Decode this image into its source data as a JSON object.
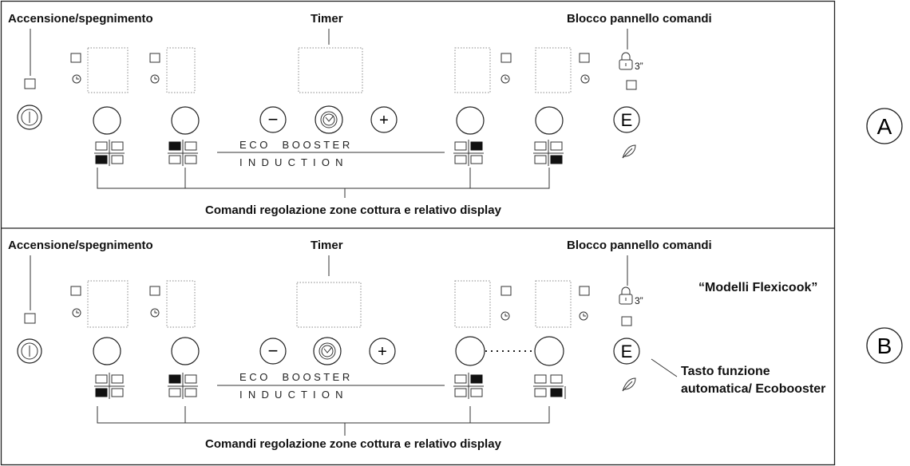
{
  "panels": [
    {
      "id": "A",
      "letter": "A",
      "label_power": "Accensione/spegnimento",
      "label_timer": "Timer",
      "label_lock": "Blocco pannello comandi",
      "lock_time": "3”",
      "label_zones": "Comandi regolazione zone cottura e relativo display",
      "eco_text": "E C O     B O O S T E R",
      "induction_text": "I  N  D  U  C  T  I  O  N",
      "e_key": "E",
      "minus": "−",
      "plus": "+",
      "zone_patterns": [
        [
          0,
          0,
          1,
          0
        ],
        [
          1,
          0,
          0,
          0
        ],
        [
          0,
          1,
          0,
          0
        ],
        [
          0,
          0,
          0,
          1
        ]
      ]
    },
    {
      "id": "B",
      "letter": "B",
      "label_power": "Accensione/spegnimento",
      "label_timer": "Timer",
      "label_lock": "Blocco pannello comandi",
      "lock_time": "3”",
      "label_zones": "Comandi regolazione zone cottura e relativo display",
      "label_flexi": "“Modelli Flexicook”",
      "label_eco_fn_1": "Tasto funzione",
      "label_eco_fn_2": "automatica/ Ecobooster",
      "eco_text": "E C O     B O O S T E R",
      "induction_text": "I  N  D  U  C  T  I  O  N",
      "e_key": "E",
      "minus": "−",
      "plus": "+",
      "zone_patterns": [
        [
          0,
          0,
          1,
          0
        ],
        [
          1,
          0,
          0,
          0
        ],
        [
          0,
          1,
          0,
          0
        ],
        [
          0,
          0,
          0,
          1
        ]
      ]
    }
  ]
}
